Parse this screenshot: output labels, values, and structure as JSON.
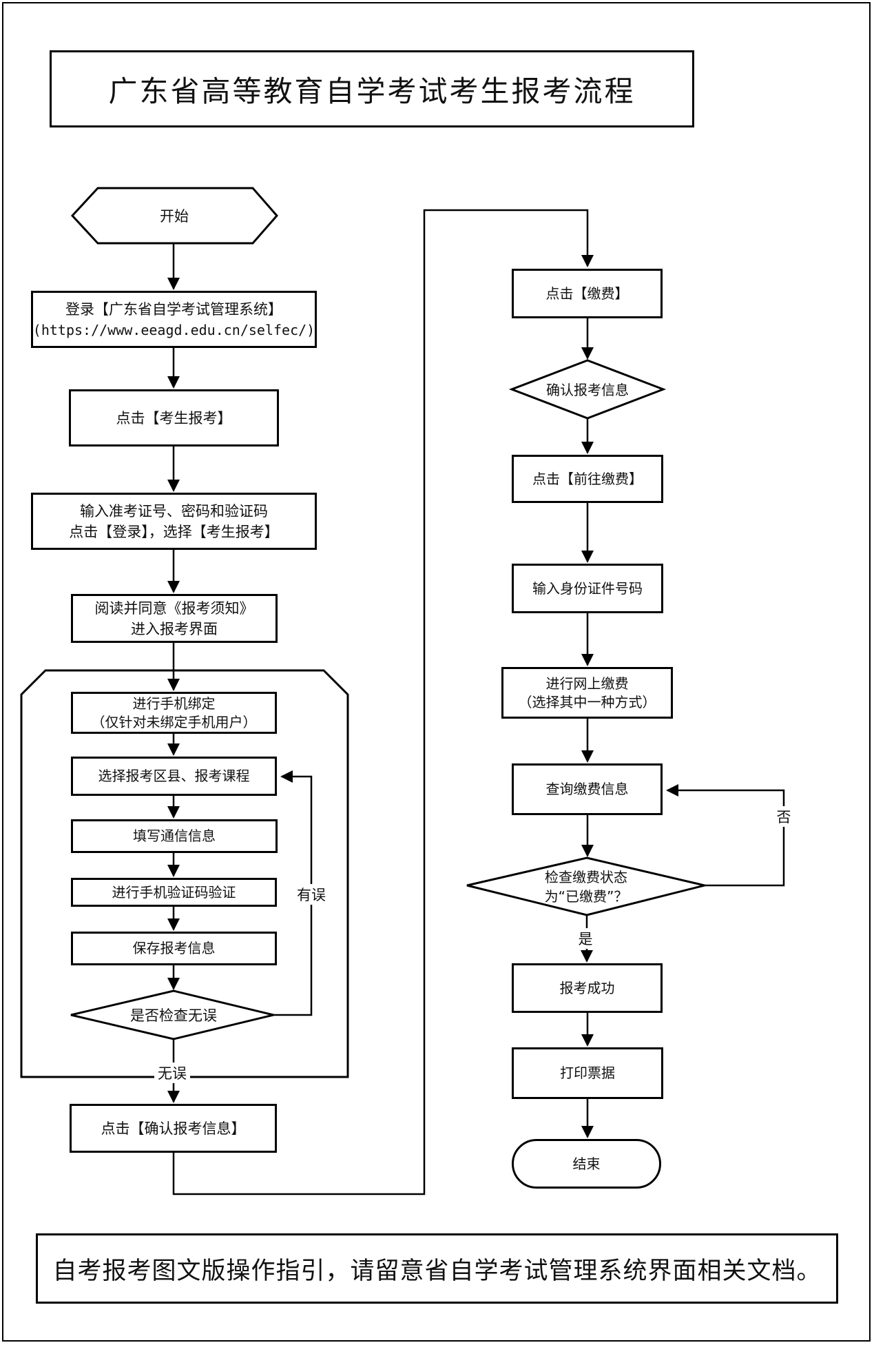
{
  "title": "广东省高等教育自学考试考生报考流程",
  "footer": "自考报考图文版操作指引，请留意省自学考试管理系统界面相关文档。",
  "colors": {
    "line": "#000000",
    "background": "#ffffff"
  },
  "nodes": {
    "start": "开始",
    "login_line1": "登录【广东省自学考试管理系统】",
    "login_line2": "(https://www.eeagd.edu.cn/selfec/)",
    "click_candidate_register": "点击【考生报考】",
    "input_credentials_line1": "输入准考证号、密码和验证码",
    "input_credentials_line2": "点击【登录】，选择【考生报考】",
    "read_notice_line1": "阅读并同意《报考须知》",
    "read_notice_line2": "进入报考界面",
    "bind_phone_line1": "进行手机绑定",
    "bind_phone_line2": "（仅针对未绑定手机用户）",
    "select_district_course": "选择报考区县、报考课程",
    "fill_contact_info": "填写通信信息",
    "sms_code_verify": "进行手机验证码验证",
    "save_register_info": "保存报考信息",
    "check_no_error": "是否检查无误",
    "click_confirm_info": "点击【确认报考信息】",
    "click_pay": "点击【缴费】",
    "confirm_register_info": "确认报考信息",
    "click_goto_pay": "点击【前往缴费】",
    "input_id_number": "输入身份证件号码",
    "online_pay_line1": "进行网上缴费",
    "online_pay_line2": "（选择其中一种方式）",
    "query_pay_info": "查询缴费信息",
    "check_paid_line1": "检查缴费状态",
    "check_paid_line2": "为“已缴费”？",
    "register_success": "报考成功",
    "print_receipt": "打印票据",
    "end": "结束"
  },
  "edge_labels": {
    "no_error": "无误",
    "has_error": "有误",
    "yes": "是",
    "no": "否"
  }
}
